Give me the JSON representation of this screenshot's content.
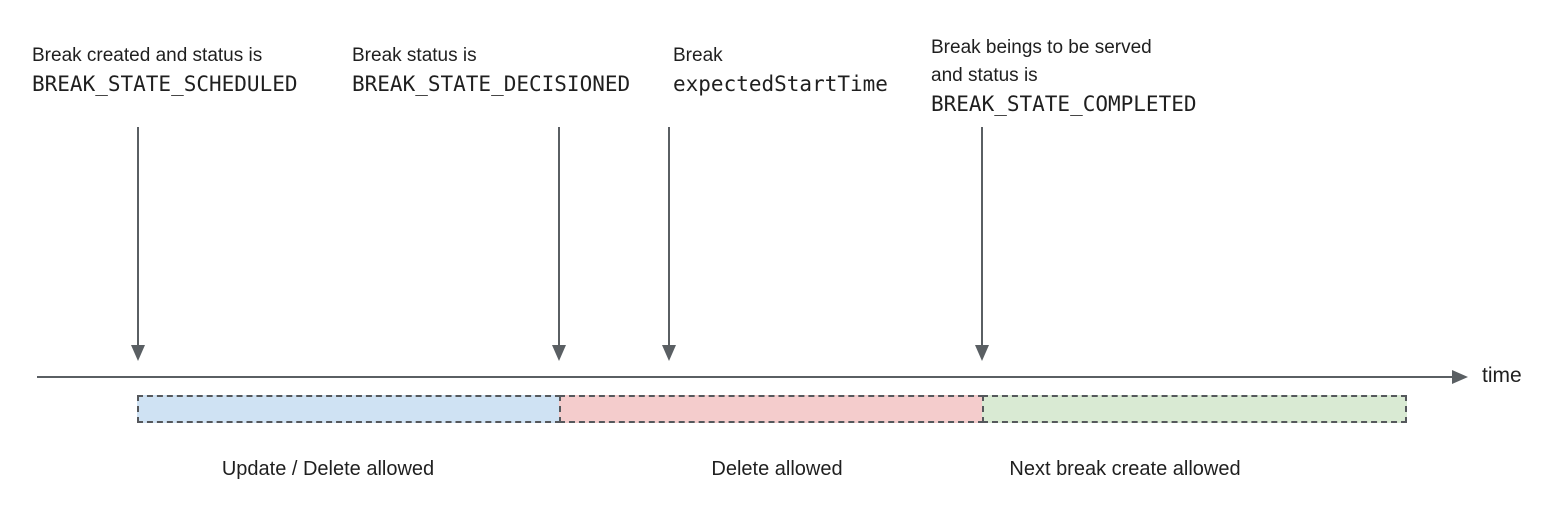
{
  "diagram_title": "break-lifecycle-timeline",
  "annotations": {
    "a1": {
      "line1": "Break created and status is",
      "line2": "BREAK_STATE_SCHEDULED"
    },
    "a2": {
      "line1": "Break status is",
      "line2": "BREAK_STATE_DECISIONED"
    },
    "a3": {
      "line1": "Break",
      "line2": "expectedStartTime"
    },
    "a4": {
      "line1": "Break beings to be served",
      "line2": "and status is",
      "line3": "BREAK_STATE_COMPLETED"
    }
  },
  "axis": {
    "label": "time"
  },
  "segments": {
    "s1": {
      "label": "Update / Delete allowed",
      "color": "#cfe2f3"
    },
    "s2": {
      "label": "Delete allowed",
      "color": "#f4cccc"
    },
    "s3": {
      "label": "Next break create allowed",
      "color": "#d9ead3"
    }
  },
  "colors": {
    "arrow_and_axis": "#5a5f63",
    "dashed_border": "#55585c",
    "text": "#1f1f1f"
  }
}
